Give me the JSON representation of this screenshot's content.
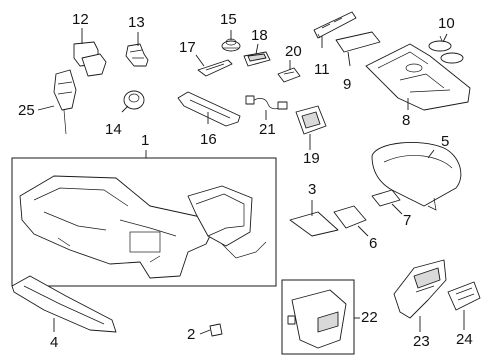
{
  "callouts": {
    "c1": "1",
    "c2": "2",
    "c3": "3",
    "c4": "4",
    "c5": "5",
    "c6": "6",
    "c7": "7",
    "c8": "8",
    "c9": "9",
    "c10": "10",
    "c11": "11",
    "c12": "12",
    "c13": "13",
    "c14": "14",
    "c15": "15",
    "c16": "16",
    "c17": "17",
    "c18": "18",
    "c19": "19",
    "c20": "20",
    "c21": "21",
    "c22": "22",
    "c23": "23",
    "c24": "24",
    "c25": "25"
  },
  "colors": {
    "line": "#1a1a1a",
    "background": "#ffffff",
    "shade": "#d9d9d9"
  }
}
